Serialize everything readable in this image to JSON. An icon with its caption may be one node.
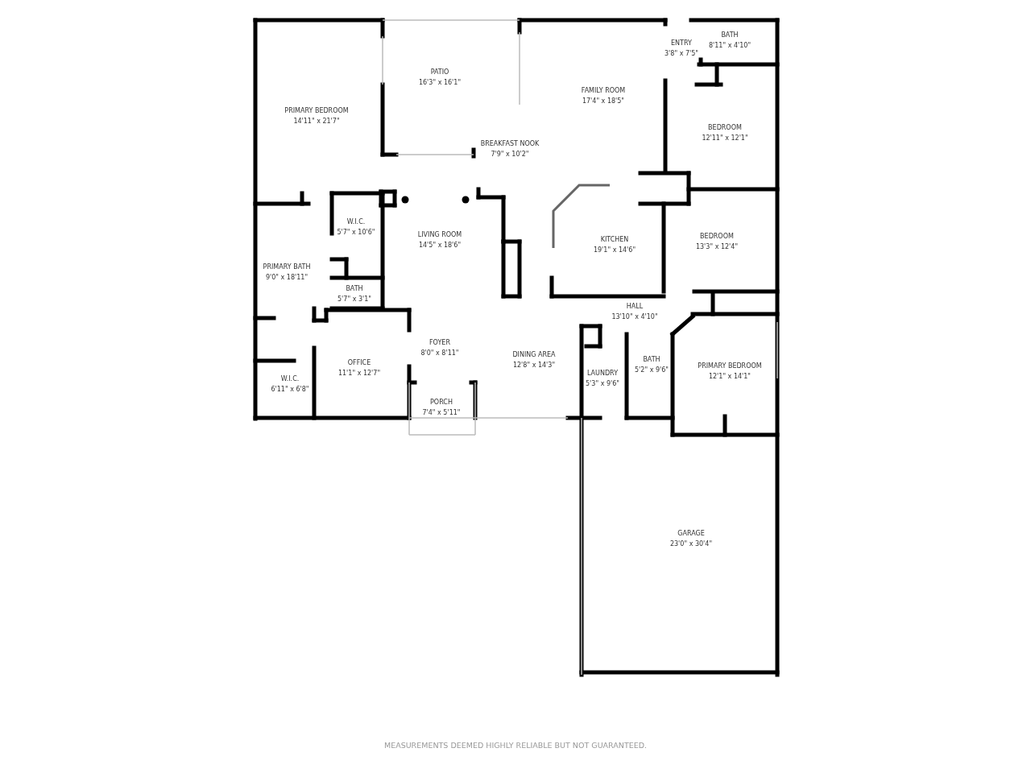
{
  "diagram": {
    "nodes": [
      {
        "text": [
          "PATIO",
          "16'3\" x 16'1\""
        ]
      },
      {
        "text": [
          "FAMILY ROOM",
          "17'4\" x 18'5\""
        ]
      },
      {
        "text": [
          "ENTRY",
          "3'8\" x 7'5\""
        ]
      },
      {
        "text": [
          "BATH",
          "8'11\" x 4'10\""
        ]
      },
      {
        "text": [
          "PRIMARY BEDROOM",
          "14'11\" x 21'7\""
        ]
      },
      {
        "text": [
          "BREAKFAST NOOK",
          "7'9\" x 10'2\""
        ]
      },
      {
        "text": [
          "BEDROOM",
          "12'11\" x 12'1\""
        ]
      },
      {
        "text": [
          "W.I.C.",
          "5'7\" x 10'6\""
        ]
      },
      {
        "text": [
          "LIVING ROOM",
          "14'5\" x 18'6\""
        ]
      },
      {
        "text": [
          "KITCHEN",
          "19'1\" x 14'6\""
        ]
      },
      {
        "text": [
          "BEDROOM",
          "13'3\" x 12'4\""
        ]
      },
      {
        "text": [
          "PRIMARY BATH",
          "9'0\" x 18'11\""
        ]
      },
      {
        "text": [
          "BATH",
          "5'7\" x 3'1\""
        ]
      },
      {
        "text": [
          "HALL",
          "13'10\" x 4'10\""
        ]
      },
      {
        "text": [
          "FOYER",
          "8'0\" x 8'11\""
        ]
      },
      {
        "text": [
          "DINING AREA",
          "12'8\" x 14'3\""
        ]
      },
      {
        "text": [
          "OFFICE",
          "11'1\" x 12'7\""
        ]
      },
      {
        "text": [
          "BATH",
          "5'2\" x 9'6\""
        ]
      },
      {
        "text": [
          "PRIMARY BEDROOM",
          "12'1\" x 14'1\""
        ]
      },
      {
        "text": [
          "W.I.C.",
          "6'11\" x 6'8\""
        ]
      },
      {
        "text": [
          "LAUNDRY",
          "5'3\" x 9'6\""
        ]
      },
      {
        "text": [
          "PORCH",
          "7'4\" x 5'11\""
        ]
      },
      {
        "text": [
          "GARAGE",
          "23'0\" x 30'4\""
        ]
      }
    ],
    "labels": [
      "MEASUREMENTS DEEMED HIGHLY RELIABLE BUT NOT GUARANTEED."
    ]
  }
}
